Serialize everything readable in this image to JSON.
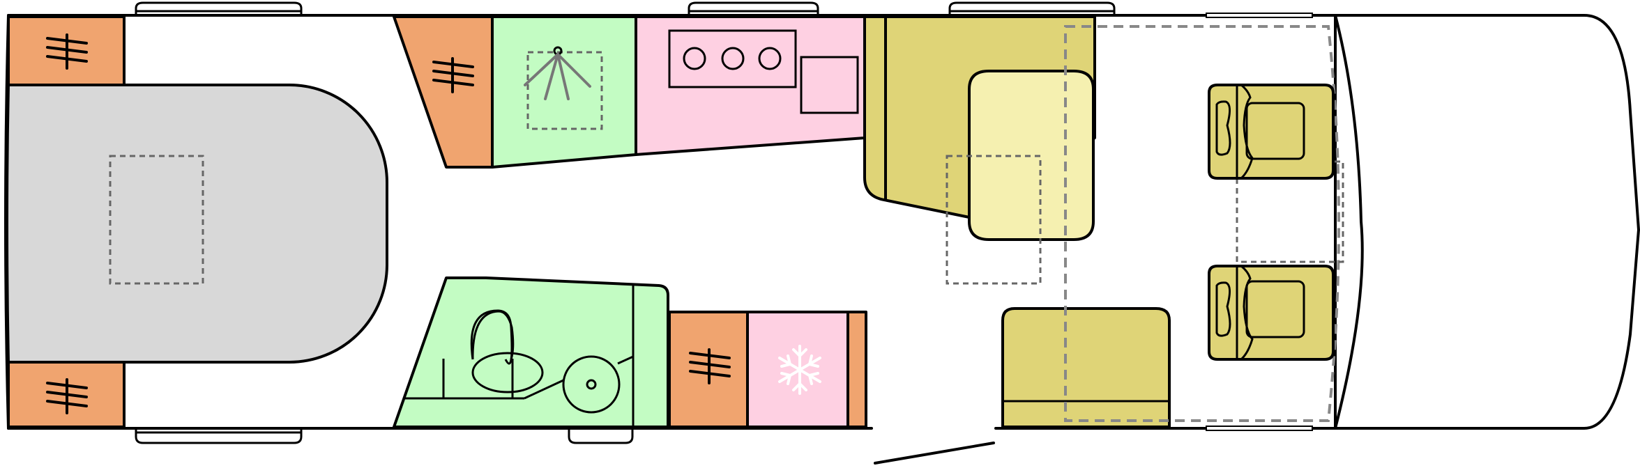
{
  "plan": {
    "colors": {
      "wall": "#000000",
      "storage": "#f0a46f",
      "bed": "#d8d8d8",
      "rooflight": "#ededed",
      "shower": "#c3fcc3",
      "kitchen": "#fed0e2",
      "fridge": "#fed0e2",
      "seating": "#dfd477",
      "table": "#f5f0b0",
      "cab_dash": "#999999",
      "snowflake": "#ffffff"
    },
    "zones": [
      {
        "name": "rear-bed",
        "color_key": "bed"
      },
      {
        "name": "wardrobe",
        "color_key": "storage"
      },
      {
        "name": "shower",
        "color_key": "shower"
      },
      {
        "name": "washroom",
        "color_key": "shower"
      },
      {
        "name": "kitchen",
        "color_key": "kitchen"
      },
      {
        "name": "fridge",
        "color_key": "fridge"
      },
      {
        "name": "lounge-seating",
        "color_key": "seating"
      },
      {
        "name": "dining-table",
        "color_key": "table"
      },
      {
        "name": "cab-seats",
        "color_key": "seating"
      }
    ],
    "icons": [
      "wardrobe-hanger-icon",
      "shower-head-icon",
      "hob-burner-icon",
      "sink-icon",
      "toilet-icon",
      "basin-icon",
      "snowflake-icon"
    ]
  }
}
